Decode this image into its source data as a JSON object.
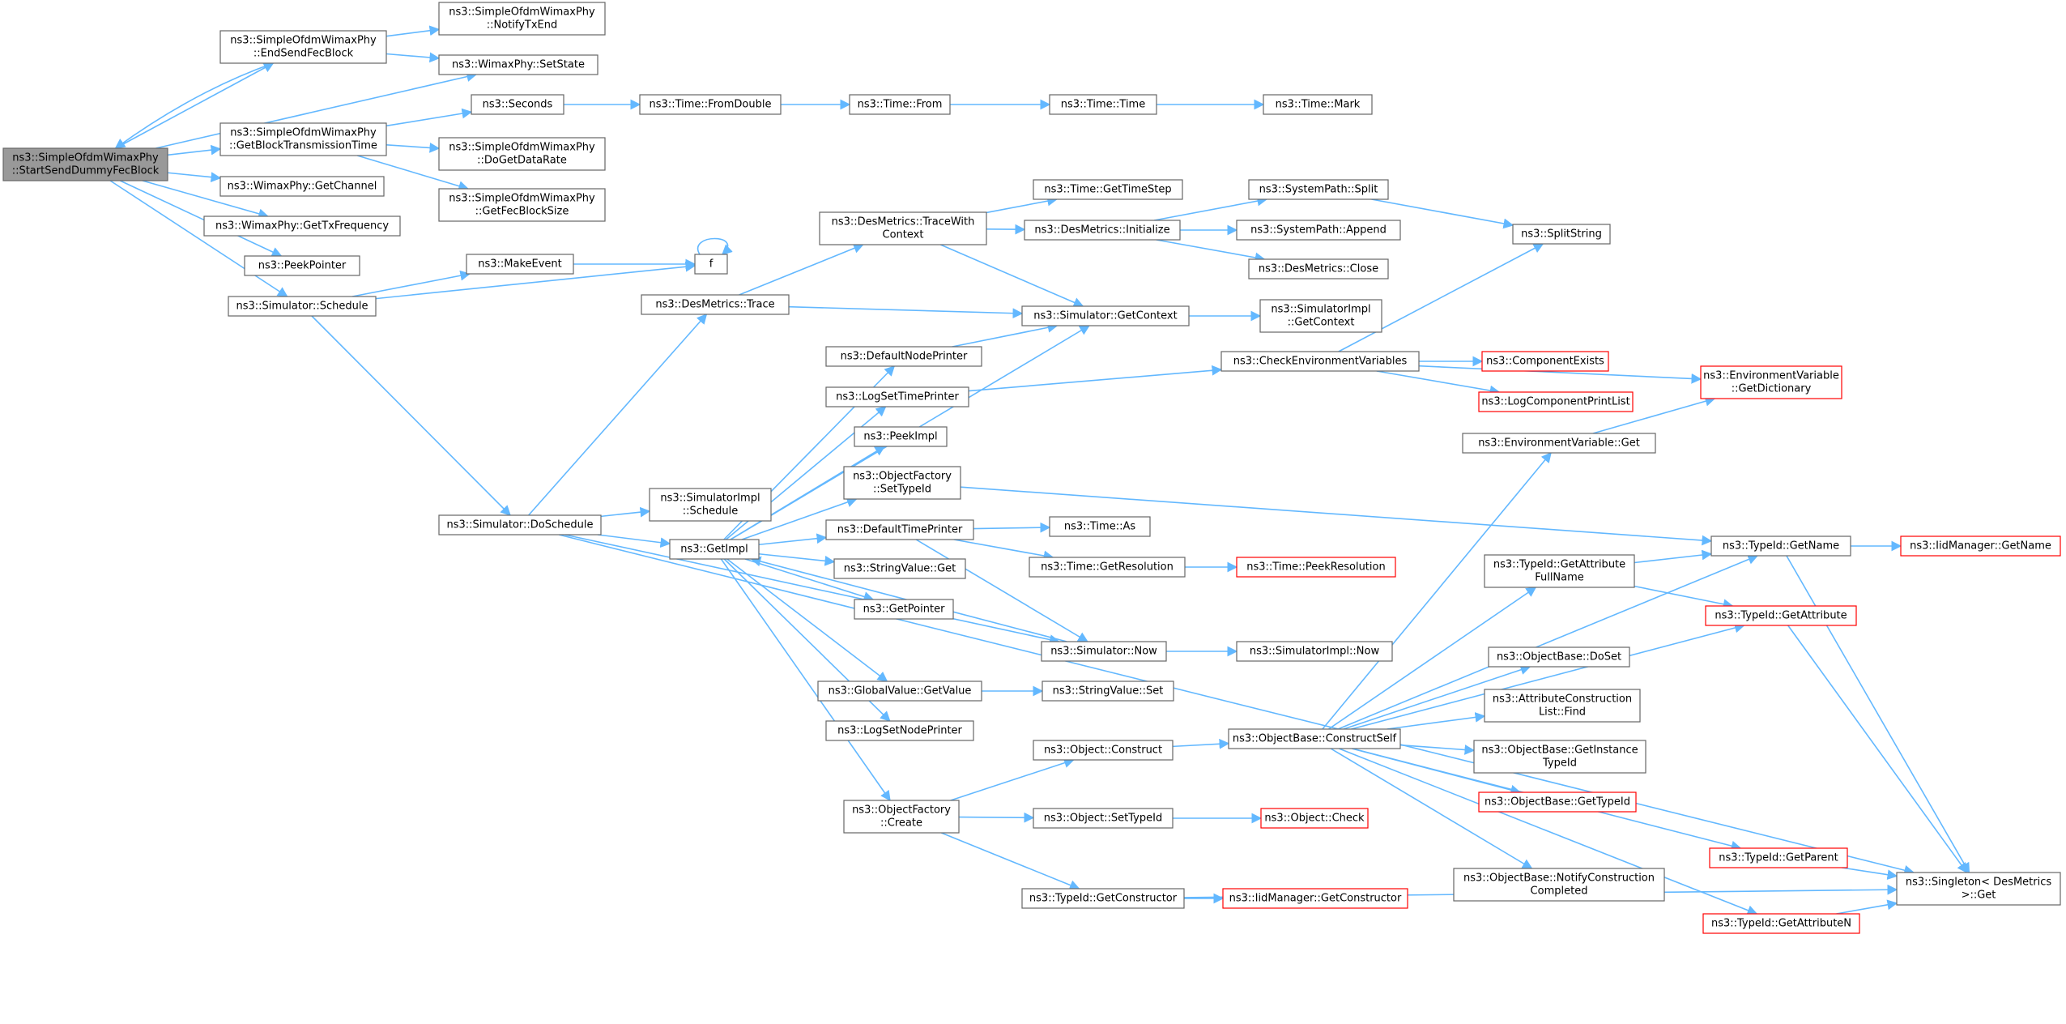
{
  "nodes": [
    {
      "id": "root",
      "lines": [
        "ns3::SimpleOfdmWimaxPhy",
        "::StartSendDummyFecBlock"
      ],
      "style": "root"
    },
    {
      "id": "endSend",
      "lines": [
        "ns3::SimpleOfdmWimaxPhy",
        "::EndSendFecBlock"
      ]
    },
    {
      "id": "notifyTx",
      "lines": [
        "ns3::SimpleOfdmWimaxPhy",
        "::NotifyTxEnd"
      ]
    },
    {
      "id": "setState",
      "lines": [
        "ns3::WimaxPhy::SetState"
      ]
    },
    {
      "id": "getBlockTT",
      "lines": [
        "ns3::SimpleOfdmWimaxPhy",
        "::GetBlockTransmissionTime"
      ]
    },
    {
      "id": "seconds",
      "lines": [
        "ns3::Seconds"
      ]
    },
    {
      "id": "fromDouble",
      "lines": [
        "ns3::Time::FromDouble"
      ]
    },
    {
      "id": "from",
      "lines": [
        "ns3::Time::From"
      ]
    },
    {
      "id": "timeTime",
      "lines": [
        "ns3::Time::Time"
      ]
    },
    {
      "id": "mark",
      "lines": [
        "ns3::Time::Mark"
      ]
    },
    {
      "id": "doGetDataRate",
      "lines": [
        "ns3::SimpleOfdmWimaxPhy",
        "::DoGetDataRate"
      ]
    },
    {
      "id": "getFecBlockSize",
      "lines": [
        "ns3::SimpleOfdmWimaxPhy",
        "::GetFecBlockSize"
      ]
    },
    {
      "id": "getChannel",
      "lines": [
        "ns3::WimaxPhy::GetChannel"
      ]
    },
    {
      "id": "getTxFreq",
      "lines": [
        "ns3::WimaxPhy::GetTxFrequency"
      ]
    },
    {
      "id": "peekPointer",
      "lines": [
        "ns3::PeekPointer"
      ]
    },
    {
      "id": "schedule",
      "lines": [
        "ns3::Simulator::Schedule"
      ]
    },
    {
      "id": "makeEvent",
      "lines": [
        "ns3::MakeEvent"
      ]
    },
    {
      "id": "f",
      "lines": [
        "f"
      ]
    },
    {
      "id": "traceWithCtx",
      "lines": [
        "ns3::DesMetrics::TraceWith",
        "Context"
      ]
    },
    {
      "id": "getTimeStep",
      "lines": [
        "ns3::Time::GetTimeStep"
      ]
    },
    {
      "id": "initialize",
      "lines": [
        "ns3::DesMetrics::Initialize"
      ]
    },
    {
      "id": "spSplit",
      "lines": [
        "ns3::SystemPath::Split"
      ]
    },
    {
      "id": "spAppend",
      "lines": [
        "ns3::SystemPath::Append"
      ]
    },
    {
      "id": "dmClose",
      "lines": [
        "ns3::DesMetrics::Close"
      ]
    },
    {
      "id": "splitString",
      "lines": [
        "ns3::SplitString"
      ]
    },
    {
      "id": "dmTrace",
      "lines": [
        "ns3::DesMetrics::Trace"
      ]
    },
    {
      "id": "simGetContext",
      "lines": [
        "ns3::Simulator::GetContext"
      ]
    },
    {
      "id": "implGetContext",
      "lines": [
        "ns3::SimulatorImpl",
        "::GetContext"
      ]
    },
    {
      "id": "defNodePrinter",
      "lines": [
        "ns3::DefaultNodePrinter"
      ]
    },
    {
      "id": "checkEnv",
      "lines": [
        "ns3::CheckEnvironmentVariables"
      ]
    },
    {
      "id": "compExists",
      "lines": [
        "ns3::ComponentExists"
      ],
      "style": "red"
    },
    {
      "id": "logCompPrint",
      "lines": [
        "ns3::LogComponentPrintList"
      ],
      "style": "red"
    },
    {
      "id": "envGetDict",
      "lines": [
        "ns3::EnvironmentVariable",
        "::GetDictionary"
      ],
      "style": "red"
    },
    {
      "id": "logSetTimePrinter",
      "lines": [
        "ns3::LogSetTimePrinter"
      ]
    },
    {
      "id": "envGet",
      "lines": [
        "ns3::EnvironmentVariable::Get"
      ]
    },
    {
      "id": "peekImpl",
      "lines": [
        "ns3::PeekImpl"
      ]
    },
    {
      "id": "ofSetTypeId",
      "lines": [
        "ns3::ObjectFactory",
        "::SetTypeId"
      ]
    },
    {
      "id": "implSchedule",
      "lines": [
        "ns3::SimulatorImpl",
        "::Schedule"
      ]
    },
    {
      "id": "doSchedule",
      "lines": [
        "ns3::Simulator::DoSchedule"
      ]
    },
    {
      "id": "getImpl",
      "lines": [
        "ns3::GetImpl"
      ]
    },
    {
      "id": "defTimePrinter",
      "lines": [
        "ns3::DefaultTimePrinter"
      ]
    },
    {
      "id": "timeAs",
      "lines": [
        "ns3::Time::As"
      ]
    },
    {
      "id": "getResolution",
      "lines": [
        "ns3::Time::GetResolution"
      ]
    },
    {
      "id": "peekResolution",
      "lines": [
        "ns3::Time::PeekResolution"
      ],
      "style": "red"
    },
    {
      "id": "stringValueGet",
      "lines": [
        "ns3::StringValue::Get"
      ]
    },
    {
      "id": "getPointer",
      "lines": [
        "ns3::GetPointer"
      ]
    },
    {
      "id": "simNow",
      "lines": [
        "ns3::Simulator::Now"
      ]
    },
    {
      "id": "implNow",
      "lines": [
        "ns3::SimulatorImpl::Now"
      ]
    },
    {
      "id": "gvGetValue",
      "lines": [
        "ns3::GlobalValue::GetValue"
      ]
    },
    {
      "id": "svSet",
      "lines": [
        "ns3::StringValue::Set"
      ]
    },
    {
      "id": "logSetNodePrinter",
      "lines": [
        "ns3::LogSetNodePrinter"
      ]
    },
    {
      "id": "objConstruct",
      "lines": [
        "ns3::Object::Construct"
      ]
    },
    {
      "id": "constructSelf",
      "lines": [
        "ns3::ObjectBase::ConstructSelf"
      ]
    },
    {
      "id": "ofCreate",
      "lines": [
        "ns3::ObjectFactory",
        "::Create"
      ]
    },
    {
      "id": "objSetTypeId",
      "lines": [
        "ns3::Object::SetTypeId"
      ]
    },
    {
      "id": "objCheck",
      "lines": [
        "ns3::Object::Check"
      ],
      "style": "red"
    },
    {
      "id": "tidGetCtor",
      "lines": [
        "ns3::TypeId::GetConstructor"
      ]
    },
    {
      "id": "iidGetCtor",
      "lines": [
        "ns3::IidManager::GetConstructor"
      ],
      "style": "red"
    },
    {
      "id": "tidGetAttrFull",
      "lines": [
        "ns3::TypeId::GetAttribute",
        "FullName"
      ]
    },
    {
      "id": "tidGetName",
      "lines": [
        "ns3::TypeId::GetName"
      ]
    },
    {
      "id": "iidGetName",
      "lines": [
        "ns3::IidManager::GetName"
      ],
      "style": "red"
    },
    {
      "id": "tidGetAttr",
      "lines": [
        "ns3::TypeId::GetAttribute"
      ],
      "style": "red"
    },
    {
      "id": "obDoSet",
      "lines": [
        "ns3::ObjectBase::DoSet"
      ]
    },
    {
      "id": "acFind",
      "lines": [
        "ns3::AttributeConstruction",
        "List::Find"
      ]
    },
    {
      "id": "obGetInstTid",
      "lines": [
        "ns3::ObjectBase::GetInstance",
        "TypeId"
      ]
    },
    {
      "id": "obGetTid",
      "lines": [
        "ns3::ObjectBase::GetTypeId"
      ],
      "style": "red"
    },
    {
      "id": "tidGetParent",
      "lines": [
        "ns3::TypeId::GetParent"
      ],
      "style": "red"
    },
    {
      "id": "obNotify",
      "lines": [
        "ns3::ObjectBase::NotifyConstruction",
        "Completed"
      ]
    },
    {
      "id": "tidGetAttrN",
      "lines": [
        "ns3::TypeId::GetAttributeN"
      ],
      "style": "red"
    },
    {
      "id": "singletonGet",
      "lines": [
        "ns3::Singleton< DesMetrics",
        ">::Get"
      ]
    }
  ]
}
